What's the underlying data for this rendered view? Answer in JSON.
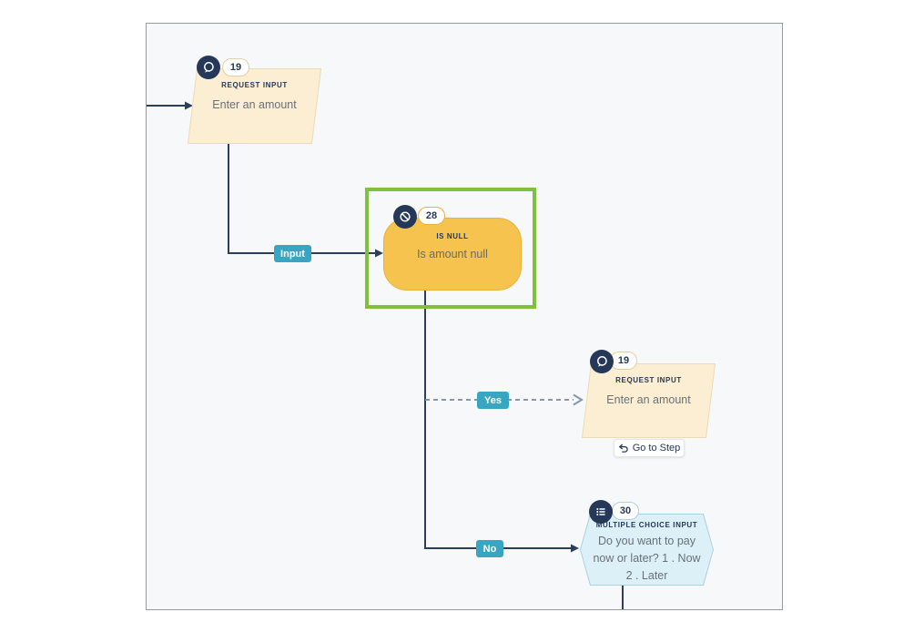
{
  "canvas": {
    "selected_step": "28"
  },
  "nodes": [
    {
      "step": "19",
      "type_label": "REQUEST INPUT",
      "text": "Enter an amount",
      "icon": "comment-icon",
      "shape": "parallelogram"
    },
    {
      "step": "28",
      "type_label": "IS NULL",
      "text": "Is amount null",
      "icon": "prohibition-icon",
      "shape": "rounded-rect",
      "selected": true
    },
    {
      "step": "19",
      "type_label": "REQUEST INPUT",
      "text": "Enter an amount",
      "icon": "comment-icon",
      "shape": "parallelogram",
      "action": "Go to Step"
    },
    {
      "step": "30",
      "type_label": "MULTIPLE CHOICE INPUT",
      "text": "Do you want to pay now or later? 1 . Now 2 . Later",
      "icon": "list-icon",
      "shape": "hexagon"
    }
  ],
  "edges": [
    {
      "label": "Input",
      "style": "solid"
    },
    {
      "label": "Yes",
      "style": "dashed"
    },
    {
      "label": "No",
      "style": "solid"
    }
  ],
  "colors": {
    "navy": "#253858",
    "edge_line": "#2B3E5C",
    "teal_label": "#38A6C3",
    "selection_green": "#7FC13B",
    "request_fill": "#FBEED3",
    "request_border": "#EADCB8",
    "isnull_fill": "#F6C44E",
    "isnull_border": "#E9B13C",
    "choice_fill": "#DCF0F8",
    "choice_border": "#ABD1E2",
    "canvas_bg": "#F7F8FA",
    "body_text": "#6B7077",
    "dashed_edge": "#8595AC"
  }
}
